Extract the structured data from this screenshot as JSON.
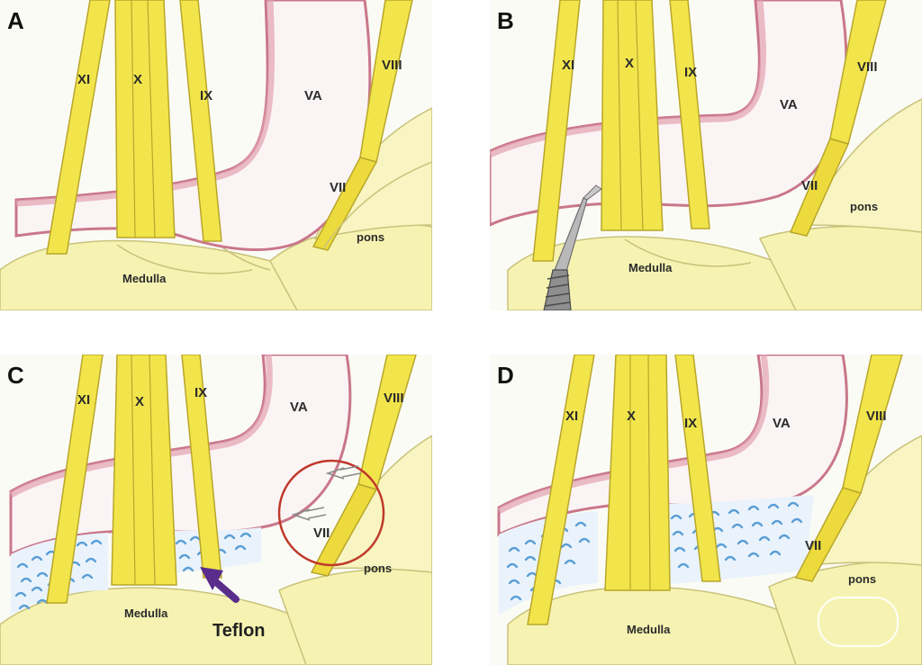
{
  "panels": {
    "A": {
      "label": "A",
      "xi": "XI",
      "x": "X",
      "ix": "IX",
      "va": "VA",
      "viii": "VIII",
      "vii": "VII",
      "pons": "pons",
      "medulla": "Medulla"
    },
    "B": {
      "label": "B",
      "xi": "XI",
      "x": "X",
      "ix": "IX",
      "va": "VA",
      "viii": "VIII",
      "vii": "VII",
      "pons": "pons",
      "medulla": "Medulla"
    },
    "C": {
      "label": "C",
      "xi": "XI",
      "x": "X",
      "ix": "IX",
      "va": "VA",
      "viii": "VIII",
      "vii": "VII",
      "pons": "pons",
      "medulla": "Medulla",
      "teflon": "Teflon"
    },
    "D": {
      "label": "D",
      "xi": "XI",
      "x": "X",
      "ix": "IX",
      "va": "VA",
      "viii": "VIII",
      "vii": "VII",
      "pons": "pons",
      "medulla": "Medulla"
    }
  },
  "colors": {
    "nerve": "#f2e54c",
    "nerve_edge": "#b8a62a",
    "artery": "#d88c9c",
    "brainstem": "#f6f3b2",
    "teflon": "#5a9ed6",
    "arrow": "#5a2d8c",
    "circle": "#c0392b"
  }
}
